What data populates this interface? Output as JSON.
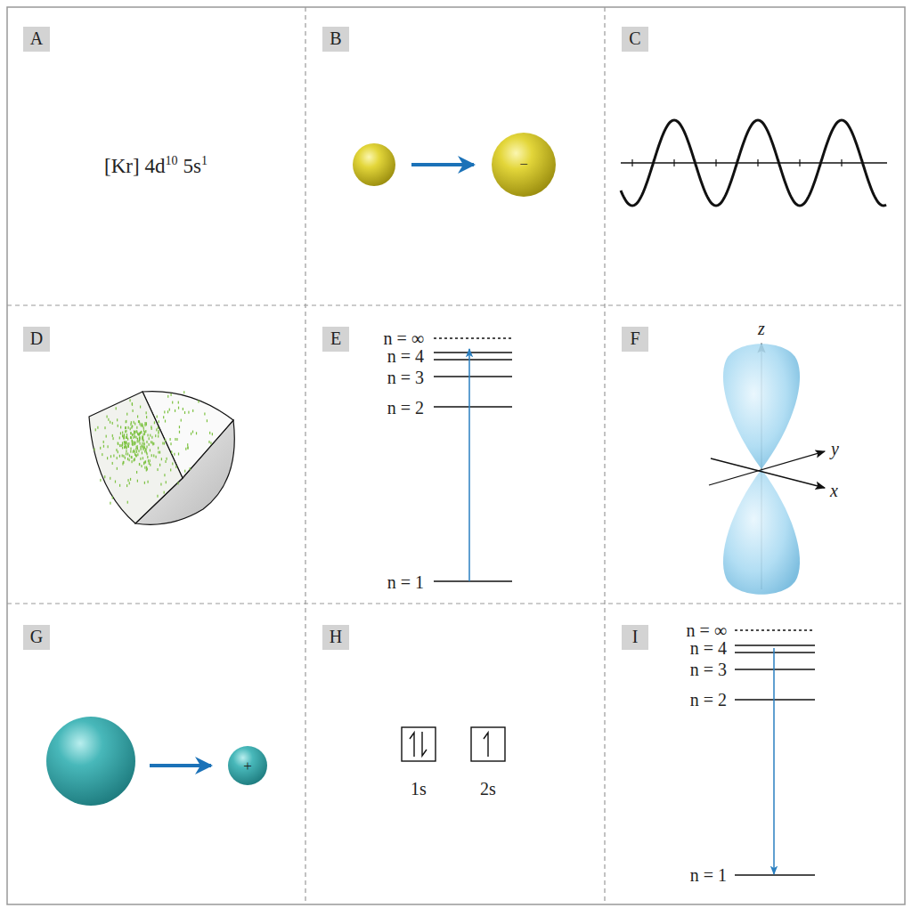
{
  "diagram": {
    "nodes": [
      {
        "text": [
          "A"
        ]
      },
      {
        "text": [
          "B"
        ]
      },
      {
        "text": [
          "C"
        ]
      },
      {
        "text": [
          "D"
        ]
      },
      {
        "text": [
          "E"
        ]
      },
      {
        "text": [
          "F"
        ]
      },
      {
        "text": [
          "G"
        ]
      },
      {
        "text": [
          "H"
        ]
      },
      {
        "text": [
          "I"
        ]
      }
    ],
    "labels": [
      "[Kr] 4d",
      "10",
      "5s",
      "1",
      "−",
      "n = ∞",
      "n = 4",
      "n = 3",
      "n = 2",
      "n = 1",
      "z",
      "y",
      "x",
      "+",
      "1s",
      "2s",
      "n = ∞",
      "n = 4",
      "n = 3",
      "n = 2",
      "n = 1"
    ]
  }
}
